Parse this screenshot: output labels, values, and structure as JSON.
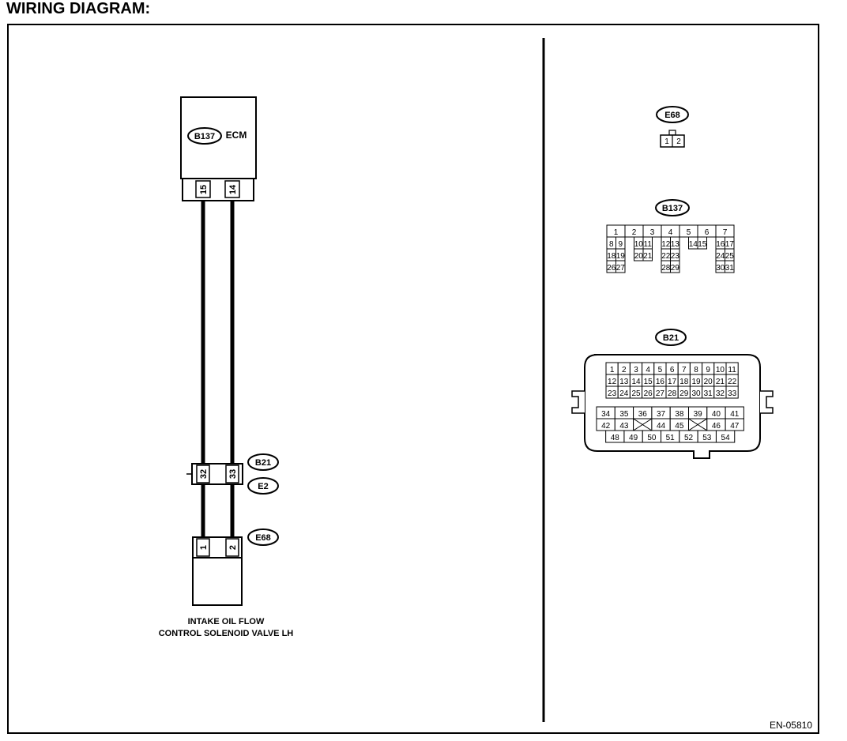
{
  "heading": "WIRING DIAGRAM:",
  "figure_code": "EN-05810",
  "ecm": {
    "label": "ECM",
    "connector": "B137",
    "pins": [
      "15",
      "14"
    ]
  },
  "inline_connectors": {
    "upper": "B21",
    "lower": "E2",
    "pins": [
      "32",
      "33"
    ]
  },
  "valve": {
    "connector": "E68",
    "pins": [
      "1",
      "2"
    ],
    "label_line1": "INTAKE OIL FLOW",
    "label_line2": "CONTROL SOLENOID VALVE LH"
  },
  "connector_views": {
    "e68": {
      "id": "E68",
      "pins": [
        "1",
        "2"
      ]
    },
    "b137": {
      "id": "B137",
      "rows": [
        [
          "1",
          "2",
          "3",
          "4",
          "5",
          "6",
          "7"
        ],
        [
          "8",
          "9",
          "10",
          "11",
          "12",
          "13",
          "14",
          "15",
          "16",
          "17"
        ],
        [
          "18",
          "19",
          "20",
          "21",
          "22",
          "23",
          "24",
          "25"
        ],
        [
          "26",
          "27",
          "28",
          "29",
          "30",
          "31"
        ]
      ]
    },
    "b21": {
      "id": "B21",
      "rows": [
        [
          "1",
          "2",
          "3",
          "4",
          "5",
          "6",
          "7",
          "8",
          "9",
          "10",
          "11"
        ],
        [
          "12",
          "13",
          "14",
          "15",
          "16",
          "17",
          "18",
          "19",
          "20",
          "21",
          "22"
        ],
        [
          "23",
          "24",
          "25",
          "26",
          "27",
          "28",
          "29",
          "30",
          "31",
          "32",
          "33"
        ],
        [
          "34",
          "35",
          "36",
          "37",
          "38",
          "39",
          "40",
          "41"
        ],
        [
          "42",
          "43",
          "44",
          "45",
          "46",
          "47"
        ],
        [
          "48",
          "49",
          "50",
          "51",
          "52",
          "53",
          "54"
        ]
      ]
    }
  }
}
